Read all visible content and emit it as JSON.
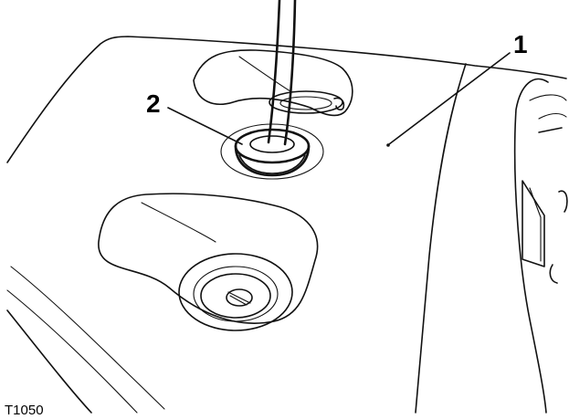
{
  "callouts": [
    {
      "id": "1",
      "label": "1"
    },
    {
      "id": "2",
      "label": "2"
    }
  ],
  "figure_id": "T1050",
  "colors": {
    "line": "#111111",
    "background": "#ffffff"
  }
}
